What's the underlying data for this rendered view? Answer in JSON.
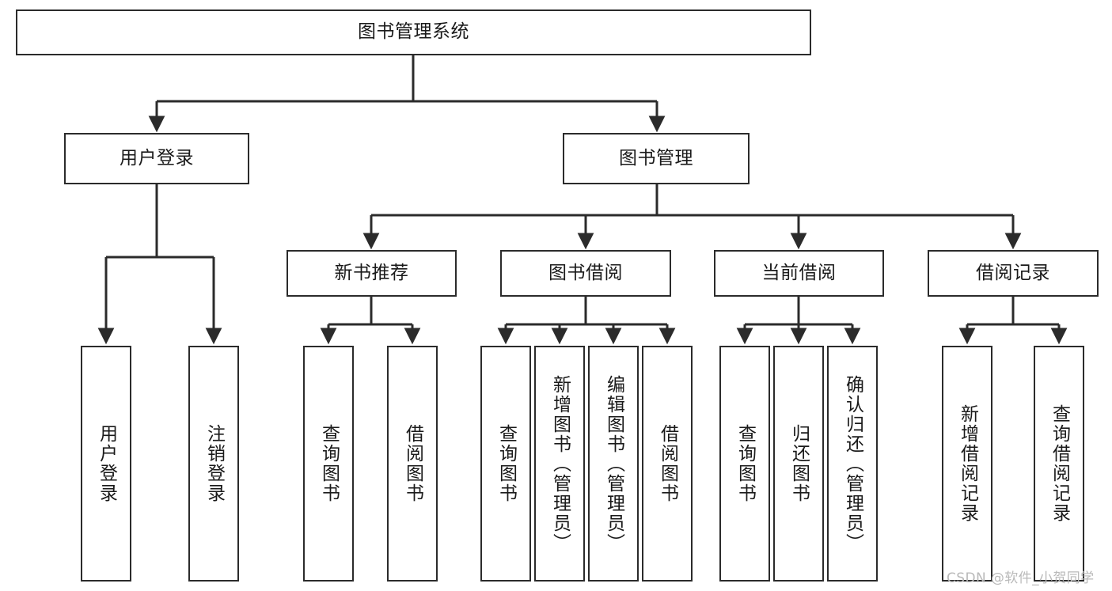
{
  "diagram": {
    "type": "tree-hierarchy",
    "title": "图书管理系统",
    "watermark": "CSDN @软件_小贺同学",
    "colors": {
      "stroke": "#2b2b2b",
      "fill": "#ffffff",
      "text": "#1a1a1a",
      "watermark": "#b9b9b9"
    },
    "nodes": {
      "root": {
        "label": "图书管理系统"
      },
      "level2": [
        {
          "id": "user-login",
          "label": "用户登录"
        },
        {
          "id": "book-management",
          "label": "图书管理"
        }
      ],
      "level3": [
        {
          "id": "new-book-recommend",
          "label": "新书推荐"
        },
        {
          "id": "book-borrow",
          "label": "图书借阅"
        },
        {
          "id": "current-borrow",
          "label": "当前借阅"
        },
        {
          "id": "borrow-record",
          "label": "借阅记录"
        }
      ],
      "leaves": [
        {
          "id": "leaf-user-login",
          "label": "用户登录",
          "parent": "user-login"
        },
        {
          "id": "leaf-logout-login",
          "label": "注销登录",
          "parent": "user-login"
        },
        {
          "id": "leaf-query-book-1",
          "label": "查询图书",
          "parent": "new-book-recommend"
        },
        {
          "id": "leaf-borrow-book-1",
          "label": "借阅图书",
          "parent": "new-book-recommend"
        },
        {
          "id": "leaf-query-book-2",
          "label": "查询图书",
          "parent": "book-borrow"
        },
        {
          "id": "leaf-add-book",
          "label": "新增图书（管理员）",
          "parent": "book-borrow"
        },
        {
          "id": "leaf-edit-book",
          "label": "编辑图书（管理员）",
          "parent": "book-borrow"
        },
        {
          "id": "leaf-borrow-book-2",
          "label": "借阅图书",
          "parent": "book-borrow"
        },
        {
          "id": "leaf-query-book-3",
          "label": "查询图书",
          "parent": "current-borrow"
        },
        {
          "id": "leaf-return-book",
          "label": "归还图书",
          "parent": "current-borrow"
        },
        {
          "id": "leaf-confirm-return",
          "label": "确认归还（管理员）",
          "parent": "current-borrow"
        },
        {
          "id": "leaf-add-record",
          "label": "新增借阅记录",
          "parent": "borrow-record"
        },
        {
          "id": "leaf-query-record",
          "label": "查询借阅记录",
          "parent": "borrow-record"
        }
      ]
    }
  }
}
